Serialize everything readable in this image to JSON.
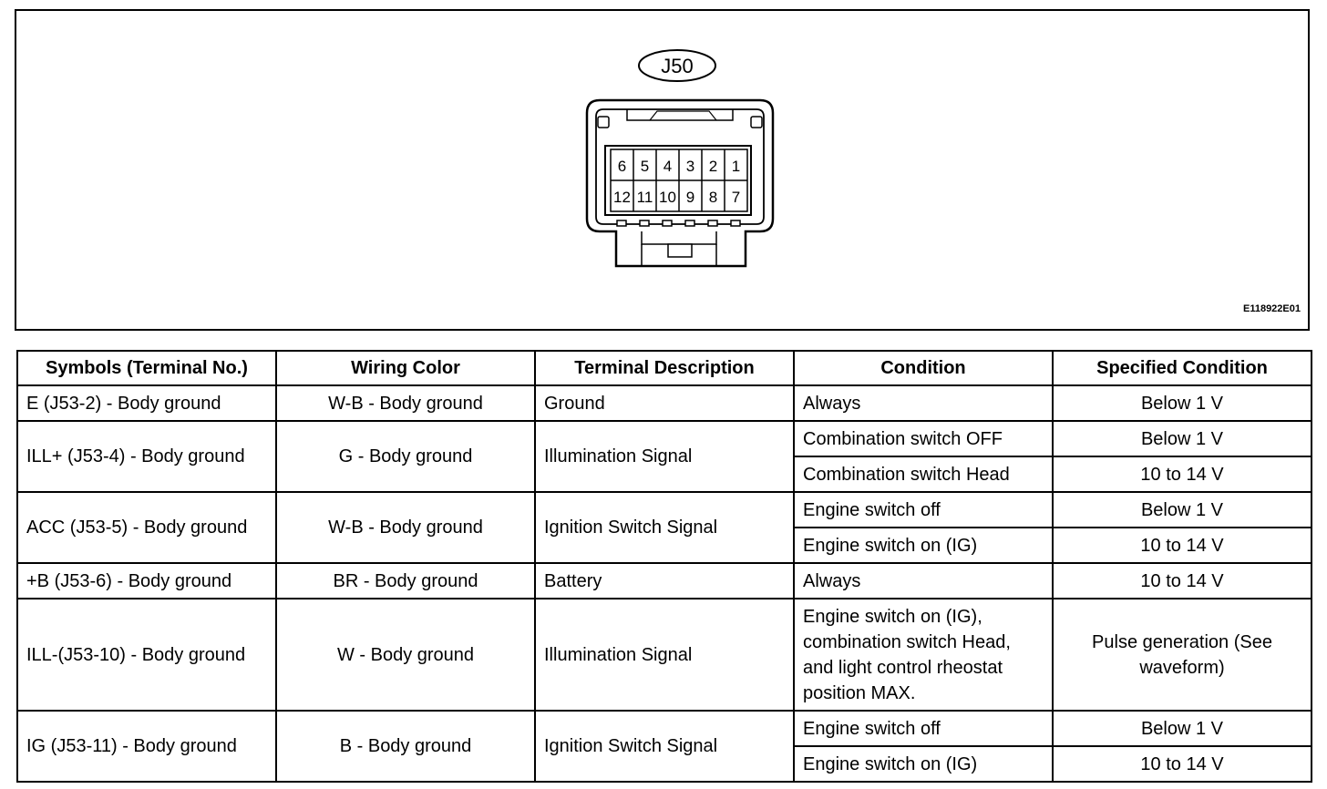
{
  "diagram": {
    "connector_label": "J50",
    "figure_code": "E118922E01",
    "pins_top": [
      "6",
      "5",
      "4",
      "3",
      "2",
      "1"
    ],
    "pins_bottom": [
      "12",
      "11",
      "10",
      "9",
      "8",
      "7"
    ]
  },
  "table": {
    "headers": [
      "Symbols (Terminal No.)",
      "Wiring Color",
      "Terminal Description",
      "Condition",
      "Specified Condition"
    ],
    "rows": [
      {
        "symbol": "E (J53-2) - Body ground",
        "wiring": "W-B - Body ground",
        "description": "Ground",
        "conditions": [
          {
            "condition": "Always",
            "specified": "Below 1 V"
          }
        ]
      },
      {
        "symbol": "ILL+ (J53-4) - Body ground",
        "wiring": "G - Body ground",
        "description": "Illumination Signal",
        "conditions": [
          {
            "condition": "Combination switch OFF",
            "specified": "Below 1 V"
          },
          {
            "condition": "Combination switch Head",
            "specified": "10 to 14 V"
          }
        ]
      },
      {
        "symbol": "ACC (J53-5) - Body ground",
        "wiring": "W-B - Body ground",
        "description": "Ignition Switch Signal",
        "conditions": [
          {
            "condition": "Engine switch off",
            "specified": "Below 1 V"
          },
          {
            "condition": "Engine switch on (IG)",
            "specified": "10 to 14 V"
          }
        ]
      },
      {
        "symbol": "+B (J53-6) - Body ground",
        "wiring": "BR - Body ground",
        "description": "Battery",
        "conditions": [
          {
            "condition": "Always",
            "specified": "10 to 14 V"
          }
        ]
      },
      {
        "symbol": "ILL-(J53-10) - Body ground",
        "wiring": "W - Body ground",
        "description": "Illumination Signal",
        "conditions": [
          {
            "condition": "Engine switch on (IG), combination switch Head, and light control rheostat position MAX.",
            "specified": "Pulse generation (See waveform)"
          }
        ]
      },
      {
        "symbol": "IG (J53-11) - Body ground",
        "wiring": "B - Body ground",
        "description": "Ignition Switch Signal",
        "conditions": [
          {
            "condition": "Engine switch off",
            "specified": "Below 1 V"
          },
          {
            "condition": "Engine switch on (IG)",
            "specified": "10 to 14 V"
          }
        ]
      }
    ]
  }
}
